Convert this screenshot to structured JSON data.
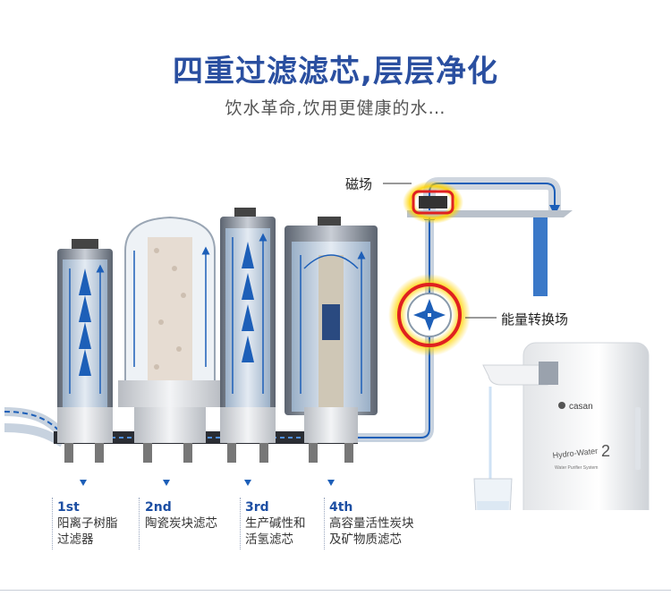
{
  "headline": {
    "title": "四重过滤滤芯,层层净化",
    "subtitle": "饮水革命,饮用更健康的水…"
  },
  "callouts": {
    "magnetic": "磁场",
    "energy": "能量转换场"
  },
  "brand": {
    "logo": "casan",
    "model": "Hydro-Water",
    "model_number": "2",
    "tagline": "Water Purifier System"
  },
  "stages": [
    {
      "num": "1st",
      "label": "阳离子树脂\n过滤器"
    },
    {
      "num": "2nd",
      "label": "陶瓷炭块滤芯"
    },
    {
      "num": "3rd",
      "label": "生产碱性和\n活氢滤芯"
    },
    {
      "num": "4th",
      "label": "高容量活性炭块\n及矿物质滤芯"
    }
  ],
  "colors": {
    "title": "#2a4fa0",
    "water_flow": "#1d5fb8",
    "field_ring": "#e02020",
    "glow": "#ffc400"
  }
}
